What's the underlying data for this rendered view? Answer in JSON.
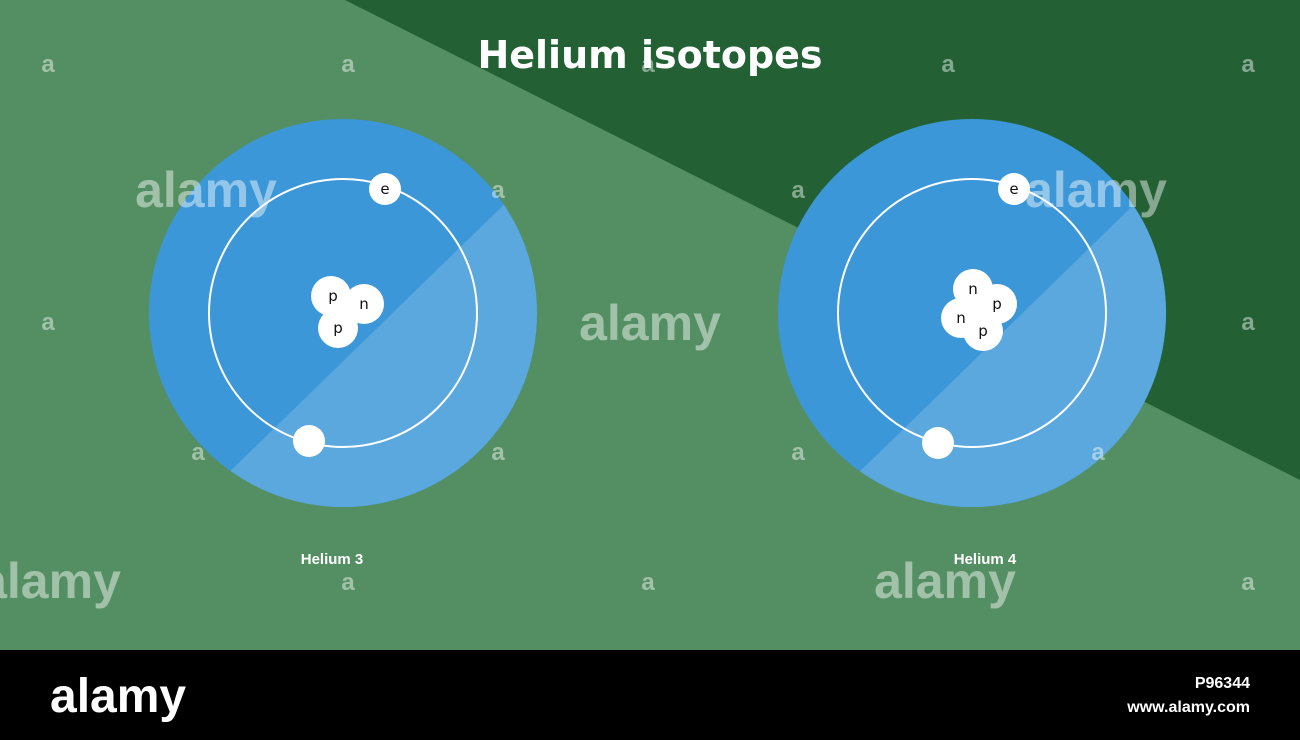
{
  "title": "Helium isotopes",
  "colors": {
    "background_light": "#548f63",
    "background_dark": "#236135",
    "atom_outer": "#3b97d8",
    "atom_outer_light": "#5aa8dd",
    "orbit": "#ffffff",
    "particle": "#ffffff",
    "footer": "#000000"
  },
  "atoms": [
    {
      "caption": "Helium 3",
      "electrons": [
        {
          "label": "e"
        },
        {
          "label": ""
        }
      ],
      "nucleons": [
        {
          "label": "p"
        },
        {
          "label": "n"
        },
        {
          "label": "p"
        }
      ]
    },
    {
      "caption": "Helium 4",
      "electrons": [
        {
          "label": "e"
        },
        {
          "label": ""
        }
      ],
      "nucleons": [
        {
          "label": "n"
        },
        {
          "label": "p"
        },
        {
          "label": "n"
        },
        {
          "label": "p"
        }
      ]
    }
  ],
  "watermark": {
    "big_text": "alamy",
    "small_text": "a"
  },
  "footer": {
    "logo": "alamy",
    "image_id": "P96344",
    "site": "www.alamy.com"
  }
}
